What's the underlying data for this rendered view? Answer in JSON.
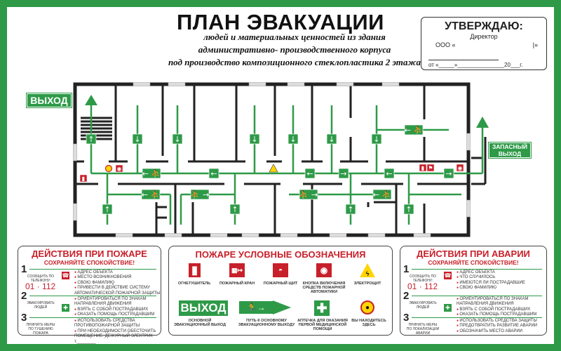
{
  "header": {
    "title": "ПЛАН ЭВАКУАЦИИ",
    "lines": [
      "людей и материальных ценностей из здания",
      "административно- производственного корпуса",
      "под производство композиционного стеклопластика 2 этажа"
    ]
  },
  "stamp": {
    "title": "УТВЕРЖДАЮ:",
    "role": "Директор",
    "org_open": "ООО «",
    "org_close": "|»",
    "date": "от «_____»_______________20___г."
  },
  "plan": {
    "main_exit": "ВЫХОД",
    "spare_exit_1": "ЗАПАСНЫЙ",
    "spare_exit_2": "ВЫХОД"
  },
  "fire_panel": {
    "title": "ДЕЙСТВИЯ ПРИ ПОЖАРЕ",
    "subtitle": "СОХРАНЯЙТЕ СПОКОЙСТВИЕ!",
    "phone_a": "01",
    "phone_b": "112",
    "steps": [
      {
        "num": "1",
        "side": "сообщить по телефону:",
        "bullets": [
          "АДРЕС ОБЪЕКТА",
          "МЕСТО ВОЗНИКНОВЕНИЯ",
          "СВОЮ ФАМИЛИЮ",
          "ПРИВЕСТИ В ДЕЙСТВИЕ СИСТЕМУ АВТОМАТИЧЕСКОЙ ПОЖАРНОЙ ЗАЩИТЫ"
        ]
      },
      {
        "num": "2",
        "side": "эвакуировать людей",
        "bullets": [
          "ОРИЕНТИРОВАТЬСЯ ПО ЗНАКАМ НАПРАВЛЕНИЯ ДВИЖЕНИЯ",
          "ВЗЯТЬ С СОБОЙ ПОСТРАДАВШИХ",
          "ОКАЗАТЬ ПОМОЩЬ ПОСТРАДАВШИМ"
        ]
      },
      {
        "num": "3",
        "side": "принять меры по тушению пожара",
        "bullets": [
          "ИСПОЛЬЗОВАТЬ СРЕДСТВА ПРОТИВОПОЖАРНОЙ ЗАЩИТЫ",
          "ПРИ НЕОБХОДИМОСТИ ОБЕСТОЧИТЬ ПОМЕЩЕНИЕ. ДЕЖУРНЫЙ ЭЛЕКТРИК т.________"
        ]
      }
    ]
  },
  "legend": {
    "title": "ПОЖАРЕ УСЛОВНЫЕ ОБОЗНАЧЕНИЯ",
    "items": [
      "ОГНЕТУШИТЕЛЬ",
      "ПОЖАРНЫЙ КРАН",
      "ПОЖАРНЫЙ ЩИТ",
      "КНОПКА ВКЛЮЧЕНИЯ СРЕДСТВ ПОЖАРНОЙ АВТОМАТИКИ",
      "ЭЛЕКТРОЩИТ",
      "ОСНОВНОЙ ЭВАКУАЦИОННЫЙ ВЫХОД",
      "ПУТЬ К ОСНОВНОМУ ЭВАКУАЦИОННОМУ ВЫХОДУ",
      "АПТЕЧКА ДЛЯ ОКАЗАНИЯ ПЕРВОЙ МЕДИЦИНСКОЙ ПОМОЩИ",
      "ВЫ НАХОДИТЕСЬ ЗДЕСЬ"
    ],
    "exit_sign": "ВЫХОД"
  },
  "accident_panel": {
    "title": "ДЕЙСТВИЯ ПРИ АВАРИИ",
    "subtitle": "СОХРАНЯЙТЕ СПОКОЙСТВИЕ!",
    "phone_a": "01",
    "phone_b": "112",
    "steps": [
      {
        "num": "1",
        "side": "сообщить по телефону:",
        "bullets": [
          "АДРЕС ОБЪЕКТА",
          "ЧТО СЛУЧИЛОСЬ",
          "ИМЕЮТСЯ ЛИ ПОСТРАДАВШИЕ",
          "СВОЮ ФАМИЛИЮ"
        ]
      },
      {
        "num": "2",
        "side": "эвакуировать людей",
        "bullets": [
          "ОРИЕНТИРОВАТЬСЯ ПО ЗНАКАМ НАПРАВЛЕНИЯ ДВИЖЕНИЯ",
          "ВЗЯТЬ С СОБОЙ ПОСТРАДАВШИХ",
          "ОКАЗАТЬ ПОМОЩЬ ПОСТРАДАВШИМ"
        ]
      },
      {
        "num": "3",
        "side": "принять меры по локализации аварии",
        "bullets": [
          "ИСПОЛЬЗОВАТЬ СРЕДСТВА ЗАЩИТЫ",
          "ПРЕДОТВРАТИТЬ РАЗВИТИЕ АВАРИИ",
          "ОБОЗНАЧИТЬ МЕСТО АВАРИИ"
        ]
      }
    ]
  },
  "colors": {
    "green": "#2e9a48",
    "red": "#c8202a",
    "wall": "#222222"
  }
}
